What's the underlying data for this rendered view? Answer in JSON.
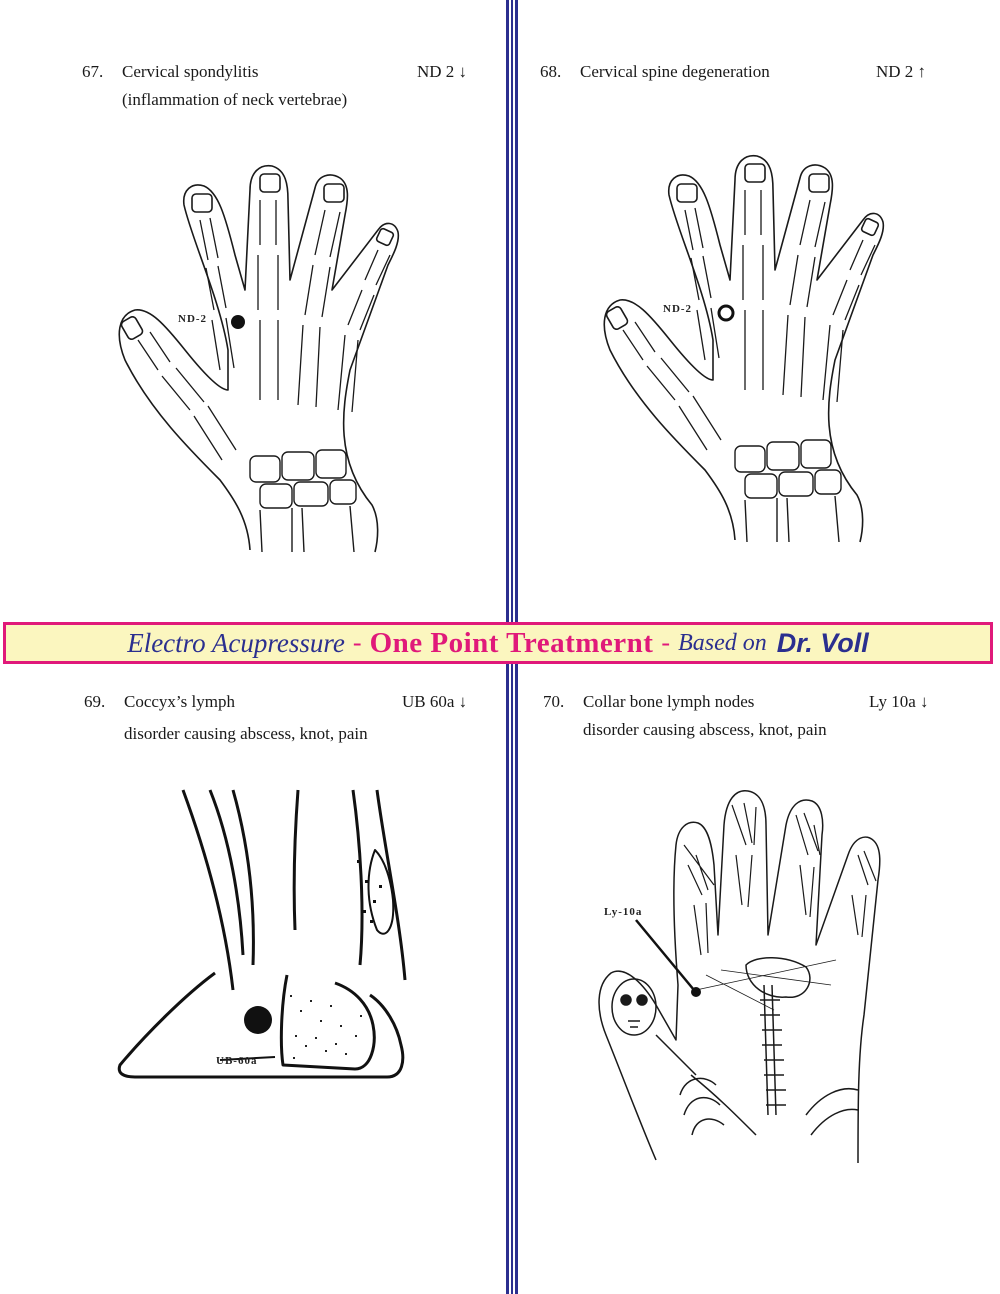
{
  "banner": {
    "part1": "Electro Acupressure",
    "sep1": "-",
    "part2": "One Point Treatmernt",
    "sep2": "-",
    "part3": "Based on",
    "part4": "Dr. Voll"
  },
  "entries": [
    {
      "number": "67.",
      "title": "Cervical spondylitis",
      "subtitle": "(inflammation of neck vertebrae)",
      "code": "ND 2 ↓",
      "point_label": "ND-2",
      "point_marker": "filled-dot"
    },
    {
      "number": "68.",
      "title": "Cervical spine degeneration",
      "subtitle": "",
      "code": "ND 2 ↑",
      "point_label": "ND-2",
      "point_marker": "ring"
    },
    {
      "number": "69.",
      "title": "Coccyx’s lymph",
      "subtitle": "disorder causing abscess, knot, pain",
      "code": "UB 60a ↓",
      "point_label": "UB-60a",
      "point_marker": "filled-dot"
    },
    {
      "number": "70.",
      "title": "Collar bone lymph nodes",
      "subtitle": "disorder causing abscess, knot, pain",
      "code": "Ly 10a ↓",
      "point_label": "Ly-10a",
      "point_marker": "filled-dot"
    }
  ],
  "colors": {
    "banner_text": "#2b2f8f",
    "banner_accent": "#e0197a",
    "banner_bg": "#fbf6bf",
    "divider": "#2b2f8f"
  }
}
